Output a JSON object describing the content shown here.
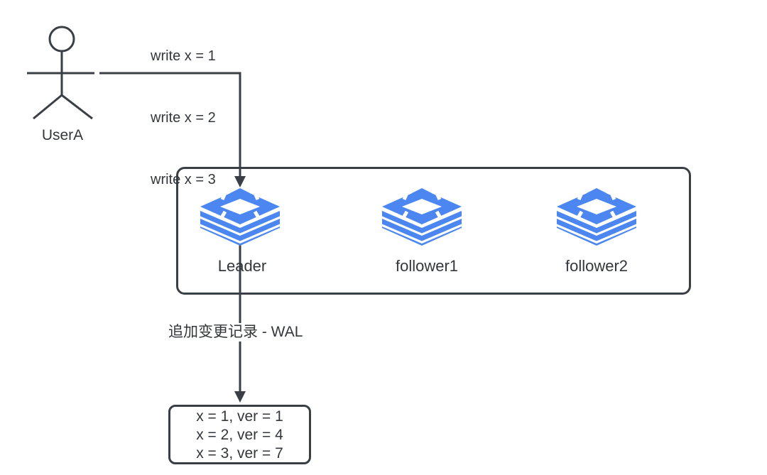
{
  "colors": {
    "icon_blue": "#4C86F0",
    "line_dark": "#3A3F46",
    "text_dark": "#33373B",
    "background": "#FFFFFF"
  },
  "actor": {
    "label": "UserA"
  },
  "write_requests": {
    "lines": [
      "write x = 1",
      "write x = 2",
      "write x = 3"
    ]
  },
  "cluster": {
    "nodes": [
      {
        "label": "Leader",
        "icon": "database-stack-icon"
      },
      {
        "label": "follower1",
        "icon": "database-stack-icon"
      },
      {
        "label": "follower2",
        "icon": "database-stack-icon"
      }
    ]
  },
  "wal": {
    "arrow_label": "追加变更记录 - WAL",
    "entries": [
      "x = 1, ver = 1",
      "x = 2, ver = 4",
      "x = 3, ver = 7"
    ]
  }
}
